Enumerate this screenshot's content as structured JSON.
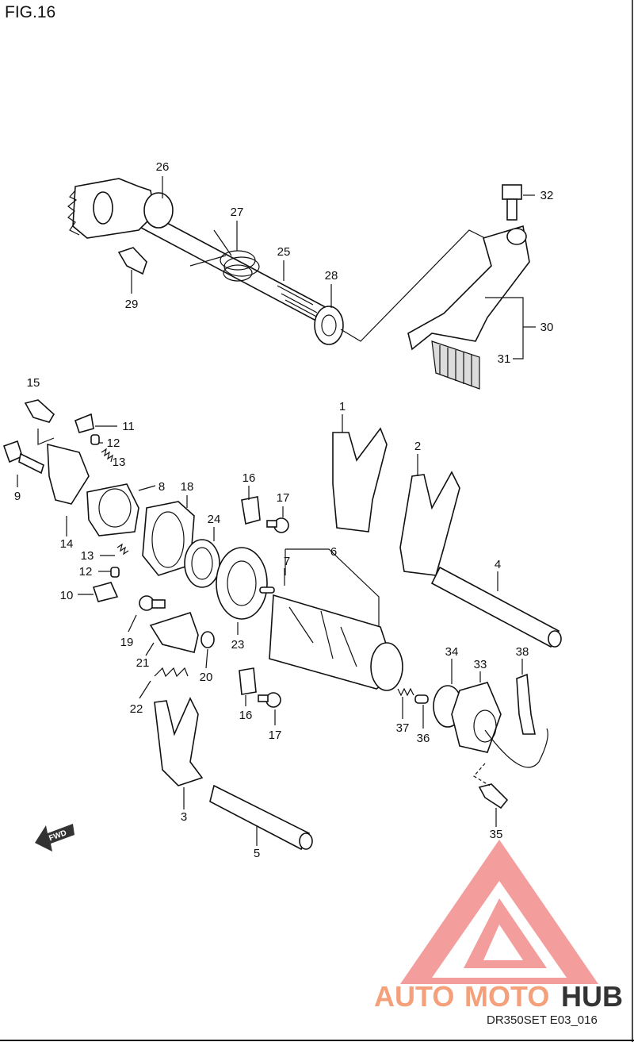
{
  "figure_label": "FIG.16",
  "diagram_code": "DR350SET E03_016",
  "direction_arrow": "FWD",
  "watermark": {
    "word_part1": "AUTO",
    "word_part2": "MOTO",
    "word_part3": "HUB",
    "color_primary": "#f4a07a",
    "color_secondary": "#222222",
    "logo_color": "#f28c8c"
  },
  "callouts": [
    "26",
    "27",
    "25",
    "28",
    "29",
    "32",
    "30",
    "31",
    "15",
    "11",
    "12",
    "13",
    "9",
    "8",
    "18",
    "16",
    "17",
    "1",
    "2",
    "14",
    "13",
    "12",
    "10",
    "24",
    "6",
    "7",
    "4",
    "19",
    "21",
    "20",
    "23",
    "22",
    "16",
    "17",
    "34",
    "33",
    "38",
    "37",
    "36",
    "3",
    "5",
    "35"
  ]
}
